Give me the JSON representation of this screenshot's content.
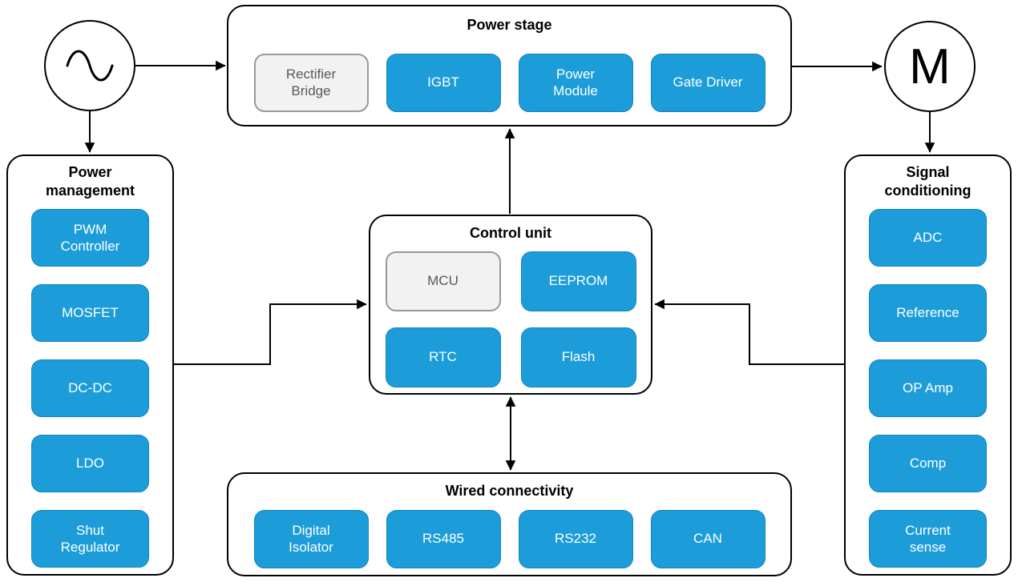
{
  "source": {
    "symbol": "sine-wave"
  },
  "motor": {
    "label": "M"
  },
  "panels": {
    "power_stage": {
      "title": "Power stage",
      "chips": [
        {
          "label": "Rectifier\nBridge",
          "variant": "gray"
        },
        {
          "label": "IGBT",
          "variant": "blue"
        },
        {
          "label": "Power\nModule",
          "variant": "blue"
        },
        {
          "label": "Gate Driver",
          "variant": "blue"
        }
      ]
    },
    "power_management": {
      "title": "Power\nmanagement",
      "chips": [
        {
          "label": "PWM\nController",
          "variant": "blue"
        },
        {
          "label": "MOSFET",
          "variant": "blue"
        },
        {
          "label": "DC-DC",
          "variant": "blue"
        },
        {
          "label": "LDO",
          "variant": "blue"
        },
        {
          "label": "Shut\nRegulator",
          "variant": "blue"
        }
      ]
    },
    "control_unit": {
      "title": "Control unit",
      "chips": [
        {
          "label": "MCU",
          "variant": "gray"
        },
        {
          "label": "EEPROM",
          "variant": "blue"
        },
        {
          "label": "RTC",
          "variant": "blue"
        },
        {
          "label": "Flash",
          "variant": "blue"
        }
      ]
    },
    "signal_conditioning": {
      "title": "Signal\nconditioning",
      "chips": [
        {
          "label": "ADC",
          "variant": "blue"
        },
        {
          "label": "Reference",
          "variant": "blue"
        },
        {
          "label": "OP Amp",
          "variant": "blue"
        },
        {
          "label": "Comp",
          "variant": "blue"
        },
        {
          "label": "Current\nsense",
          "variant": "blue"
        }
      ]
    },
    "wired_connectivity": {
      "title": "Wired connectivity",
      "chips": [
        {
          "label": "Digital\nIsolator",
          "variant": "blue"
        },
        {
          "label": "RS485",
          "variant": "blue"
        },
        {
          "label": "RS232",
          "variant": "blue"
        },
        {
          "label": "CAN",
          "variant": "blue"
        }
      ]
    }
  },
  "colors": {
    "chip_blue": "#1c9dd9",
    "chip_blue_border": "#1383bd",
    "chip_gray": "#f2f2f2",
    "chip_gray_border": "#999999",
    "chip_gray_text": "#58595b",
    "line_black": "#000000",
    "background": "#ffffff"
  }
}
